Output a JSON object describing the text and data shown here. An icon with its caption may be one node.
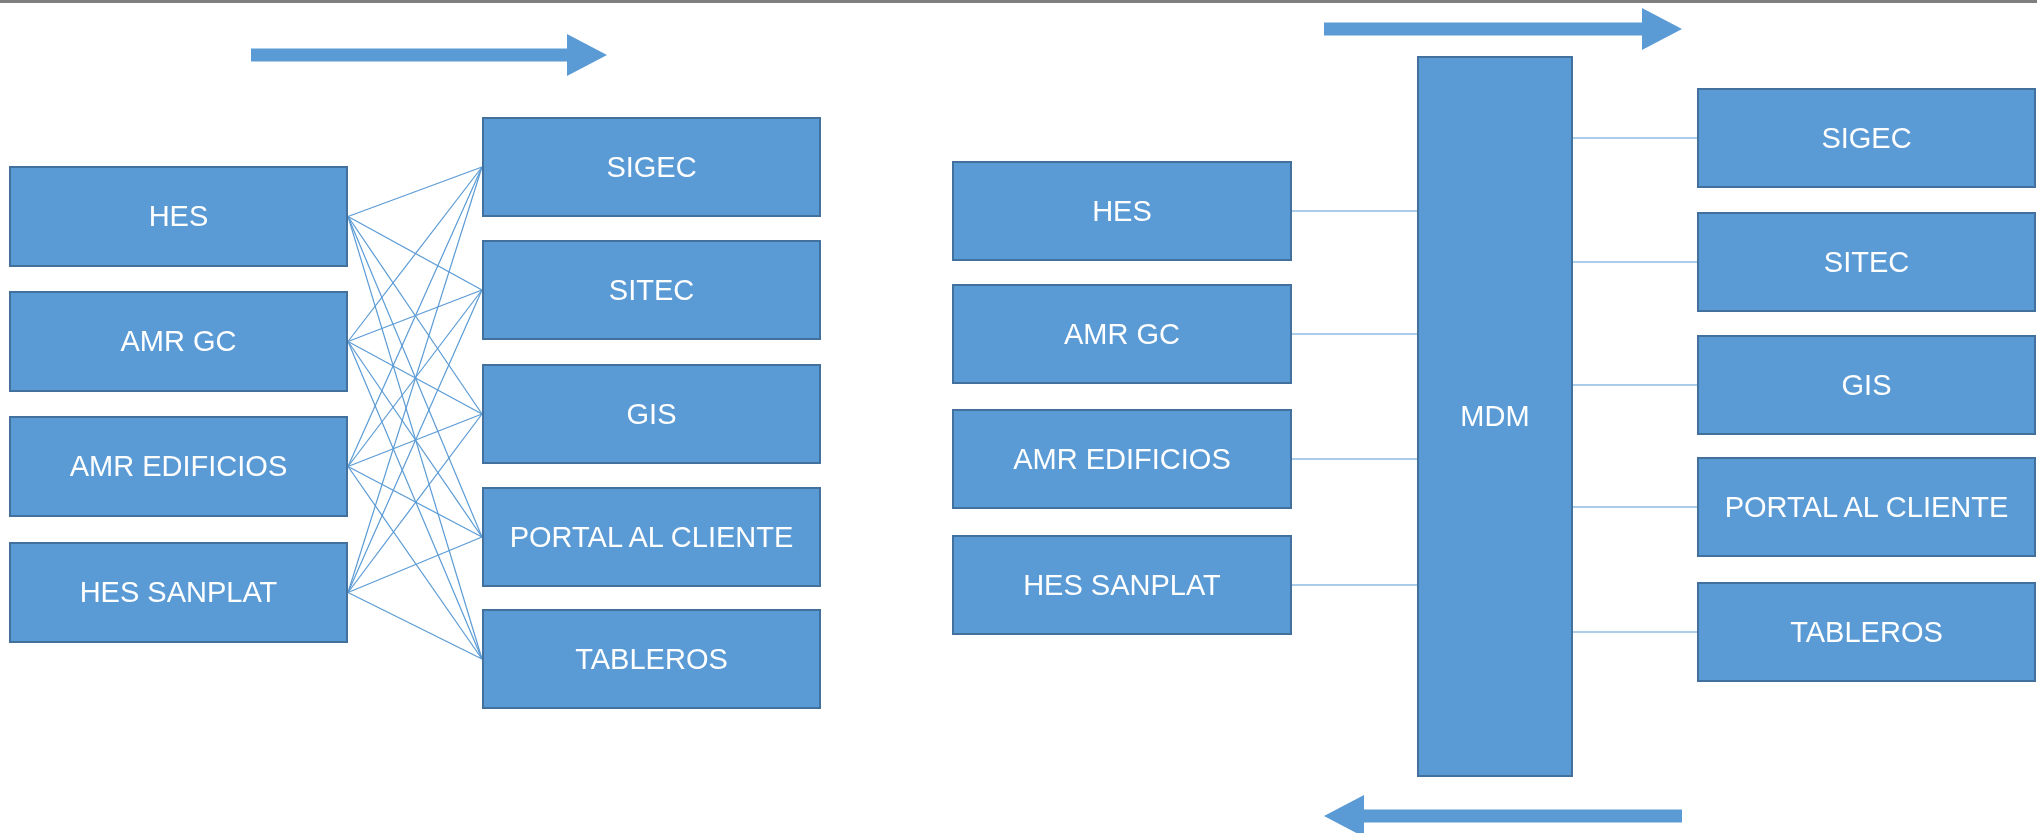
{
  "diagram": {
    "nodes": [
      {
        "text": [
          "HES"
        ]
      },
      {
        "text": [
          "AMR GC"
        ]
      },
      {
        "text": [
          "AMR EDIFICIOS"
        ]
      },
      {
        "text": [
          "HES SANPLAT"
        ]
      },
      {
        "text": [
          "SIGEC"
        ]
      },
      {
        "text": [
          "SITEC"
        ]
      },
      {
        "text": [
          "GIS"
        ]
      },
      {
        "text": [
          "PORTAL AL CLIENTE"
        ]
      },
      {
        "text": [
          "TABLEROS"
        ]
      },
      {
        "text": [
          "HES"
        ]
      },
      {
        "text": [
          "AMR GC"
        ]
      },
      {
        "text": [
          "AMR EDIFICIOS"
        ]
      },
      {
        "text": [
          "HES SANPLAT"
        ]
      },
      {
        "text": [
          "MDM"
        ]
      },
      {
        "text": [
          "SIGEC"
        ]
      },
      {
        "text": [
          "SITEC"
        ]
      },
      {
        "text": [
          "GIS"
        ]
      },
      {
        "text": [
          "PORTAL AL CLIENTE"
        ]
      },
      {
        "text": [
          "TABLEROS"
        ]
      }
    ],
    "edges": [
      {
        "from": 0,
        "to": 4,
        "arrow": "none"
      },
      {
        "from": 0,
        "to": 5,
        "arrow": "none"
      },
      {
        "from": 0,
        "to": 6,
        "arrow": "none"
      },
      {
        "from": 0,
        "to": 7,
        "arrow": "none"
      },
      {
        "from": 0,
        "to": 8,
        "arrow": "none"
      },
      {
        "from": 1,
        "to": 4,
        "arrow": "none"
      },
      {
        "from": 1,
        "to": 5,
        "arrow": "none"
      },
      {
        "from": 1,
        "to": 6,
        "arrow": "none"
      },
      {
        "from": 1,
        "to": 7,
        "arrow": "none"
      },
      {
        "from": 1,
        "to": 8,
        "arrow": "none"
      },
      {
        "from": 2,
        "to": 4,
        "arrow": "none"
      },
      {
        "from": 2,
        "to": 5,
        "arrow": "none"
      },
      {
        "from": 2,
        "to": 6,
        "arrow": "none"
      },
      {
        "from": 2,
        "to": 7,
        "arrow": "none"
      },
      {
        "from": 2,
        "to": 8,
        "arrow": "none"
      },
      {
        "from": 3,
        "to": 4,
        "arrow": "none"
      },
      {
        "from": 3,
        "to": 5,
        "arrow": "none"
      },
      {
        "from": 3,
        "to": 6,
        "arrow": "none"
      },
      {
        "from": 3,
        "to": 7,
        "arrow": "none"
      },
      {
        "from": 3,
        "to": 8,
        "arrow": "none"
      },
      {
        "from": 9,
        "to": 13,
        "arrow": "none"
      },
      {
        "from": 10,
        "to": 13,
        "arrow": "none"
      },
      {
        "from": 11,
        "to": 13,
        "arrow": "none"
      },
      {
        "from": 12,
        "to": 13,
        "arrow": "none"
      },
      {
        "from": 13,
        "to": 14,
        "arrow": "none"
      },
      {
        "from": 13,
        "to": 15,
        "arrow": "none"
      },
      {
        "from": 13,
        "to": 16,
        "arrow": "none"
      },
      {
        "from": 13,
        "to": 17,
        "arrow": "none"
      },
      {
        "from": 13,
        "to": 18,
        "arrow": "none"
      }
    ]
  }
}
